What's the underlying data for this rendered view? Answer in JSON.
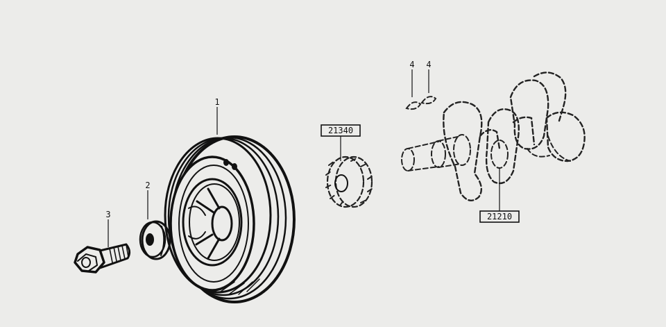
{
  "diagram": {
    "callouts": [
      {
        "id": "callout-1",
        "label": "1",
        "part": "crankshaft-pulley"
      },
      {
        "id": "callout-2",
        "label": "2",
        "part": "washer"
      },
      {
        "id": "callout-3",
        "label": "3",
        "part": "pulley-bolt"
      },
      {
        "id": "callout-4a",
        "label": "4",
        "part": "woodruff-key"
      },
      {
        "id": "callout-4b",
        "label": "4",
        "part": "woodruff-key"
      },
      {
        "id": "callout-21340",
        "label": "21340",
        "part": "crankshaft-timing-gear",
        "boxed": true
      },
      {
        "id": "callout-21210",
        "label": "21210",
        "part": "crankshaft",
        "boxed": true
      }
    ]
  }
}
